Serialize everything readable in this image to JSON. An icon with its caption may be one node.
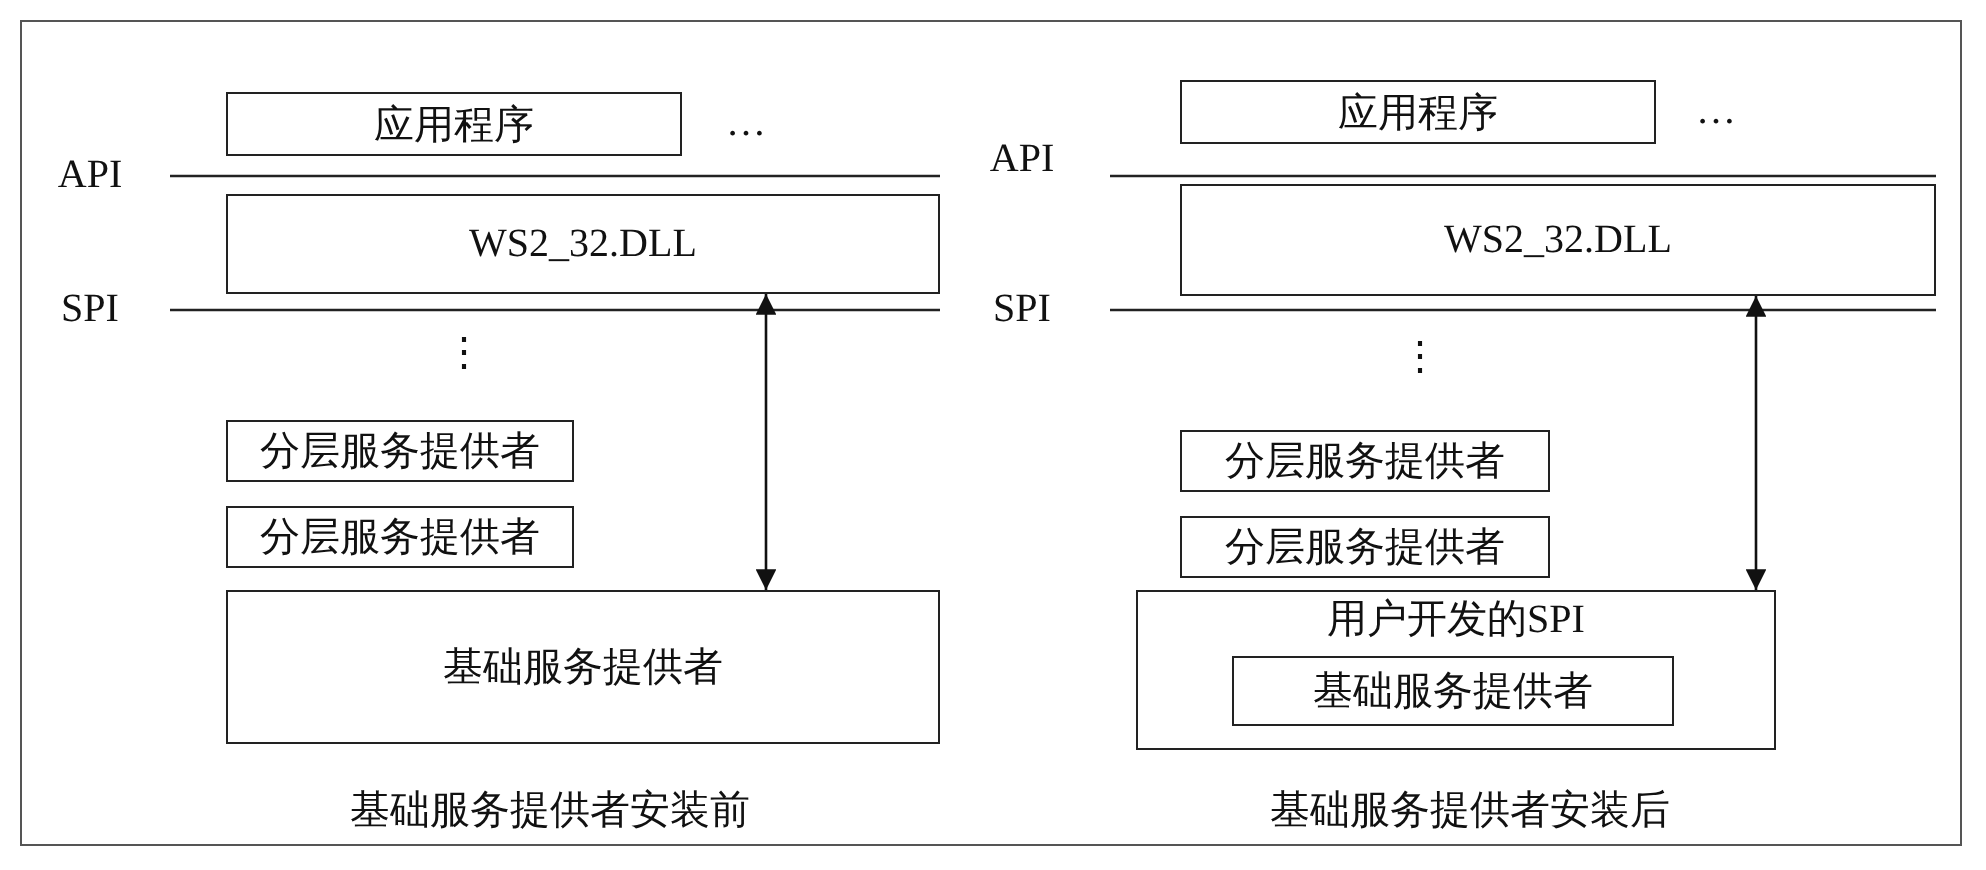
{
  "diagram": {
    "nodes": [
      {
        "text": [
          "应用程序"
        ]
      },
      {
        "text": [
          "WS2_32.DLL"
        ]
      },
      {
        "text": [
          "分层服务提供者"
        ]
      },
      {
        "text": [
          "分层服务提供者"
        ]
      },
      {
        "text": [
          "基础服务提供者"
        ]
      },
      {
        "text": [
          "应用程序"
        ]
      },
      {
        "text": [
          "WS2_32.DLL"
        ]
      },
      {
        "text": [
          "分层服务提供者"
        ]
      },
      {
        "text": [
          "分层服务提供者"
        ]
      },
      {
        "text": [
          "用户开发的SPI"
        ]
      },
      {
        "text": [
          "基础服务提供者"
        ],
        "in": 9
      }
    ],
    "edges": [
      {
        "from": 1,
        "to": 4,
        "arrow": "both"
      },
      {
        "from": 6,
        "to": 9,
        "arrow": "both"
      }
    ],
    "labels": [
      "…",
      "API",
      "SPI",
      "⋮",
      "基础服务提供者安装前",
      "…",
      "API",
      "SPI",
      "⋮",
      "基础服务提供者安装后"
    ]
  }
}
